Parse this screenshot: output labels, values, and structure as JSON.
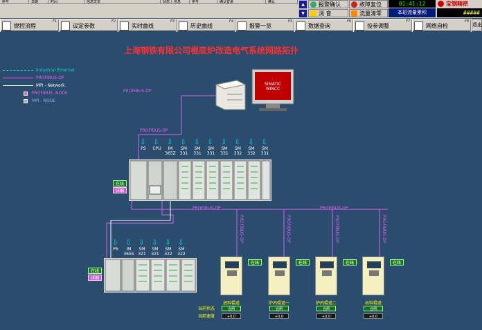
{
  "header": {
    "table_cols": [
      "序号",
      "日期",
      "时间",
      "信息文本",
      "状态",
      "信息",
      "序号",
      "确认登录",
      "确认"
    ],
    "alarm_ack": "报警确认",
    "fault_reset": "故障复位",
    "mute": "消 音",
    "flow_clear": "流量清零",
    "clock": "01:41:12",
    "accum_label": "本班流量累积",
    "brand": "宝钢精密",
    "hashes": "#####"
  },
  "toolbar": {
    "items": [
      {
        "label": "燃控流程",
        "fkey": "F1"
      },
      {
        "label": "设定参数",
        "fkey": "F2"
      },
      {
        "label": "实时曲线",
        "fkey": "F3"
      },
      {
        "label": "历史曲线",
        "fkey": "F4"
      },
      {
        "label": "报警一览",
        "fkey": "F5"
      },
      {
        "label": "数据查询",
        "fkey": "F6"
      },
      {
        "label": "投参调整",
        "fkey": "F7"
      },
      {
        "label": "网络自检",
        "fkey": "F8"
      },
      {
        "label": "退出",
        "fkey": ""
      }
    ]
  },
  "diagram": {
    "title": "上海钢铁有限公司棍底炉改造电气系统网路拓扑",
    "legend": [
      {
        "label": "Industrial Ethernet",
        "color": "#00d8d8",
        "kind": "dashed"
      },
      {
        "label": "PROFIBUS-DP",
        "color": "#e060f0",
        "kind": "line"
      },
      {
        "label": "MPI - Network",
        "color": "#ffffff",
        "kind": "line"
      },
      {
        "label": "PROFIBUS -NODE",
        "color": "#e060f0",
        "kind": "box"
      },
      {
        "label": "MPI - NODE",
        "color": "#a0a0ff",
        "kind": "box"
      }
    ],
    "monitor_text": "SIMATIC\nWINCC",
    "bus_labels": [
      "PROFIBUS-DP",
      "PROFIBUS-DP",
      "PROFIBUS-DP",
      "PROFIBUS-DP"
    ],
    "rack1_modules": [
      "PS",
      "CPU",
      "IM\n365Z",
      "SM\n331",
      "SM\n331",
      "SM\n331",
      "SM\n331",
      "SM\n332",
      "SM\n332",
      "SM\n331"
    ],
    "rack2_modules": [
      "PS",
      "IM\n365S",
      "SM\n321",
      "SM\n321",
      "SM\n322",
      "SM\n322"
    ],
    "status_online": "在线",
    "status_detail": "详细",
    "row_state": "当前状态",
    "row_speed": "当前速度",
    "drives": [
      {
        "name": "进料辊道",
        "state": "合闸",
        "speed": "+0.0"
      },
      {
        "name": "炉内辊道一",
        "state": "合闸",
        "speed": "+0.0"
      },
      {
        "name": "炉内辊道二",
        "state": "合闸",
        "speed": "+0.0"
      },
      {
        "name": "出料辊道",
        "state": "合闸",
        "speed": "+0.0"
      }
    ],
    "colors": {
      "bus": "#e060f0",
      "mpi": "#ffffff",
      "ethernet": "#00d8d8"
    }
  }
}
